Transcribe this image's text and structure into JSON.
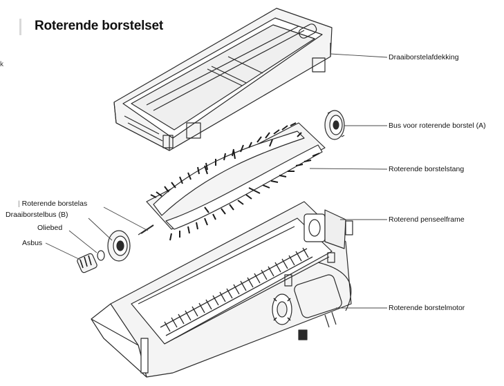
{
  "title": "Roterende borstelset",
  "stray_text": "k",
  "labels": {
    "cover": "Draaiborstelafdekking",
    "bus_a": "Bus voor roterende borstel (A)",
    "brush_bar": "Roterende borstelstang",
    "brush_axle": "Roterende borstelas",
    "bus_b": "Draaiborstelbus (B)",
    "oil_bed": "Oliebed",
    "axle_bush": "Asbus",
    "frame": "Roterend penseelframe",
    "motor": "Roterende borstelmotor"
  },
  "colors": {
    "line": "#2a2a2a",
    "bristle": "#1a1a1a",
    "fill": "#f4f4f4"
  }
}
